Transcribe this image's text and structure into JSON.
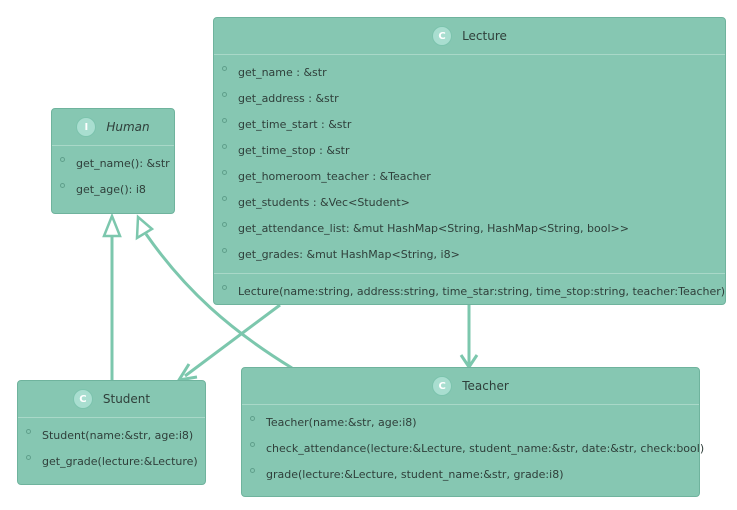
{
  "colors": {
    "node_fill": "#86c7b2",
    "node_border": "#6fb39d",
    "edge": "#7cc7ad"
  },
  "classes": {
    "human": {
      "stereotype": "I",
      "name": "Human",
      "members": [
        "get_name(): &str",
        "get_age(): i8"
      ]
    },
    "lecture": {
      "stereotype": "C",
      "name": "Lecture",
      "fields": [
        "get_name : &str",
        "get_address : &str",
        "get_time_start : &str",
        "get_time_stop : &str",
        "get_homeroom_teacher : &Teacher",
        "get_students : &Vec<Student>",
        "get_attendance_list: &mut HashMap<String, HashMap<String, bool>>",
        "get_grades: &mut HashMap<String, i8>"
      ],
      "methods": [
        "Lecture(name:string, address:string, time_star:string, time_stop:string, teacher:Teacher)"
      ]
    },
    "student": {
      "stereotype": "C",
      "name": "Student",
      "members": [
        "Student(name:&str, age:i8)",
        "get_grade(lecture:&Lecture)"
      ]
    },
    "teacher": {
      "stereotype": "C",
      "name": "Teacher",
      "members": [
        "Teacher(name:&str, age:i8)",
        "check_attendance(lecture:&Lecture, student_name:&str, date:&str, check:bool)",
        "grade(lecture:&Lecture, student_name:&str, grade:i8)"
      ]
    }
  },
  "relations": [
    {
      "from": "Student",
      "to": "Human",
      "kind": "inheritance"
    },
    {
      "from": "Teacher",
      "to": "Human",
      "kind": "inheritance"
    },
    {
      "from": "Lecture",
      "to": "Student",
      "kind": "association"
    },
    {
      "from": "Lecture",
      "to": "Teacher",
      "kind": "association"
    }
  ]
}
